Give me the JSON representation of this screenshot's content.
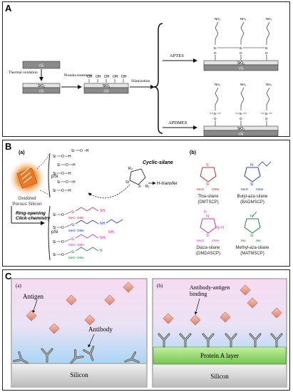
{
  "panel_a": {
    "label": "A",
    "wafer_top": "cSi",
    "sio2": "SiO₂",
    "csi": "cSi",
    "thermal_oxidation": "Thermal oxidation",
    "piranha": "Piranha treatment",
    "silanization": "Silanization",
    "aptes": "APTES",
    "apdmes": "APDMES",
    "oh": "OH",
    "nh2": "NH₂",
    "si": "Si",
    "o": "O"
  },
  "panel_b": {
    "label": "B",
    "sub_a": "(a)",
    "sub_b": "(b)",
    "cyclic_silane": "Cyclic-silane",
    "h_transfer": "H-transfer",
    "psi": "pSi",
    "oxidized_porous_silicon": "Oxidized Porous Silicon",
    "ring_opening": "Ring-opening Click-chemistry",
    "si": "Si",
    "o": "O",
    "h": "H",
    "sh": "SH",
    "nh": "NH",
    "nh2": "NH₂",
    "ome": "OMe",
    "meo": "MeO",
    "me": "Me",
    "n": "N",
    "x": "X",
    "r1": "R₁",
    "r2": "R₂",
    "structures": [
      {
        "name": "Thia-silane",
        "abbr": "(DMTSCP)",
        "hetero": "S",
        "color": "#c03030"
      },
      {
        "name": "Butyl-aza-silane",
        "abbr": "(BADMSCP)",
        "hetero": "N",
        "color": "#2040c0"
      },
      {
        "name": "Diaza-silane",
        "abbr": "(DMDASCP)",
        "hetero": "N",
        "color": "#d030c0"
      },
      {
        "name": "Methyl-aza-silane",
        "abbr": "(MATMSCP)",
        "hetero": "N",
        "color": "#208040"
      }
    ]
  },
  "panel_c": {
    "label": "C",
    "sub_a": "(a)",
    "sub_b": "(b)",
    "antigen": "Antigen",
    "antibody": "Antibody",
    "silicon_a": "Silicon",
    "silicon_b": "Silicon",
    "binding": "Antibody-antigen binding",
    "protein_a": "Protein A layer"
  },
  "colors": {
    "antigen": "#e8a090",
    "protein_a": "#9fe07a",
    "silicon": "#cfcfcf",
    "buffer_top": "#f3d6ef",
    "buffer_bottom": "#bcdff5"
  }
}
